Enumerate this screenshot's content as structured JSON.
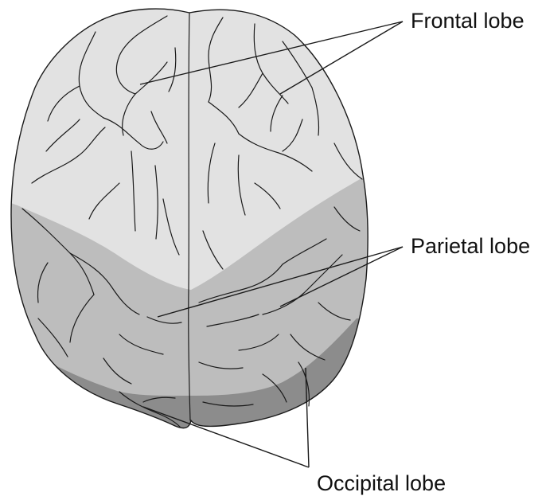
{
  "labels": {
    "frontal": "Frontal lobe",
    "parietal": "Parietal lobe",
    "occipital": "Occipital lobe"
  },
  "colors": {
    "frontal_fill": "#e2e2e2",
    "parietal_fill": "#bdbdbd",
    "occipital_fill": "#8c8c8c",
    "outline": "#1a1a1a",
    "background": "#ffffff"
  }
}
